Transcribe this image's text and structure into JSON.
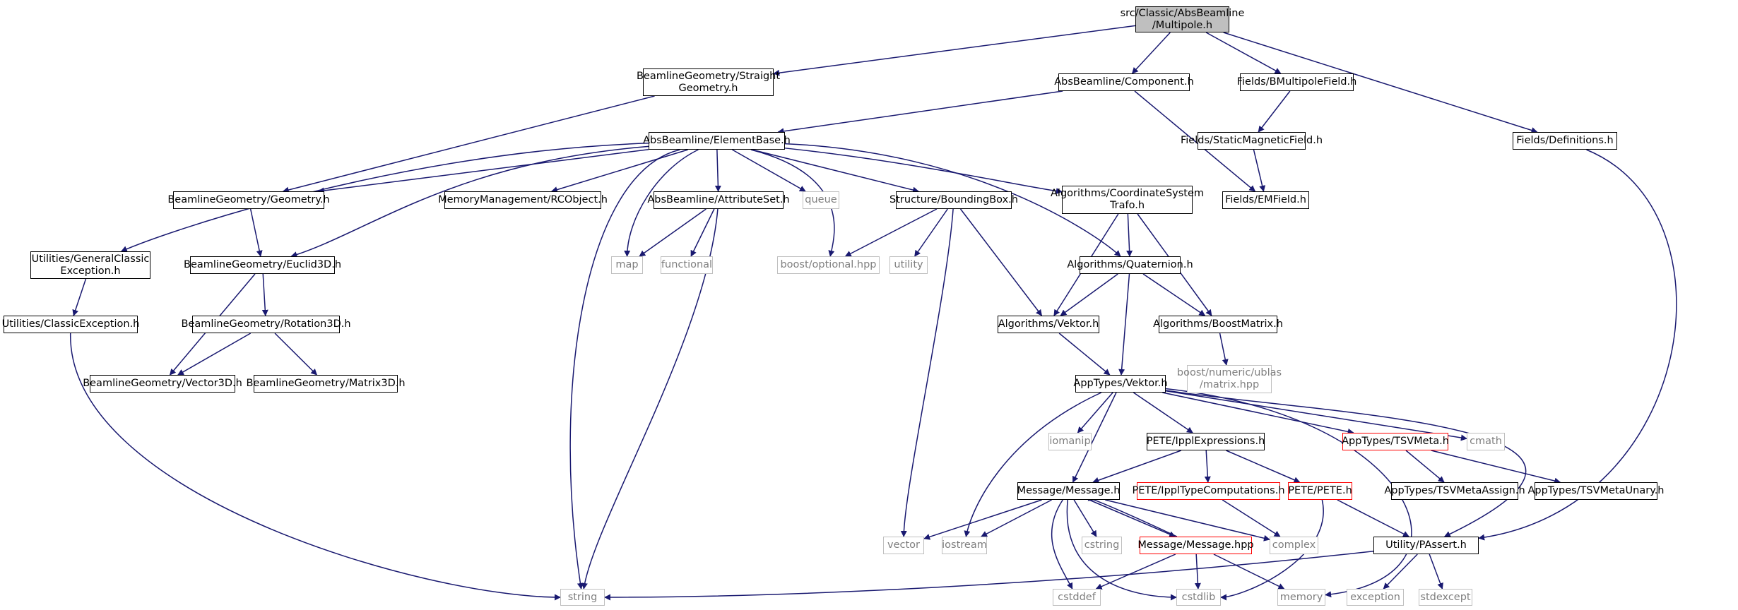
{
  "diagram_data": {
    "type": "include-dependency-graph",
    "colors": {
      "edge": "#191970",
      "box_border": "#000000",
      "system_border": "#bfbfbf",
      "system_text": "#7f7f7f",
      "truncated_border": "#ff0000",
      "root_fill": "#bfbfbf"
    },
    "nodes": {
      "multipole": {
        "lines": [
          "src/Classic/AbsBeamline",
          "/Multipole.h"
        ],
        "kind": "root"
      },
      "straight_geom": {
        "lines": [
          "BeamlineGeometry/Straight",
          "Geometry.h"
        ],
        "kind": "normal"
      },
      "component": {
        "lines": [
          "AbsBeamline/Component.h"
        ],
        "kind": "normal"
      },
      "bmultipolefield": {
        "lines": [
          "Fields/BMultipoleField.h"
        ],
        "kind": "normal"
      },
      "definitions": {
        "lines": [
          "Fields/Definitions.h"
        ],
        "kind": "normal"
      },
      "staticmagneticfield": {
        "lines": [
          "Fields/StaticMagneticField.h"
        ],
        "kind": "normal"
      },
      "elementbase": {
        "lines": [
          "AbsBeamline/ElementBase.h"
        ],
        "kind": "normal"
      },
      "emfield": {
        "lines": [
          "Fields/EMField.h"
        ],
        "kind": "normal"
      },
      "geometry": {
        "lines": [
          "BeamlineGeometry/Geometry.h"
        ],
        "kind": "normal"
      },
      "rcobject": {
        "lines": [
          "MemoryManagement/RCObject.h"
        ],
        "kind": "normal"
      },
      "attributeset": {
        "lines": [
          "AbsBeamline/AttributeSet.h"
        ],
        "kind": "normal"
      },
      "queue": {
        "lines": [
          "queue"
        ],
        "kind": "system"
      },
      "boundingbox": {
        "lines": [
          "Structure/BoundingBox.h"
        ],
        "kind": "normal"
      },
      "coordtrafo": {
        "lines": [
          "Algorithms/CoordinateSystem",
          "Trafo.h"
        ],
        "kind": "normal"
      },
      "genclassicexc": {
        "lines": [
          "Utilities/GeneralClassic",
          "Exception.h"
        ],
        "kind": "normal"
      },
      "euclid3d": {
        "lines": [
          "BeamlineGeometry/Euclid3D.h"
        ],
        "kind": "normal"
      },
      "map": {
        "lines": [
          "map"
        ],
        "kind": "system"
      },
      "functional": {
        "lines": [
          "functional"
        ],
        "kind": "system"
      },
      "optional": {
        "lines": [
          "boost/optional.hpp"
        ],
        "kind": "system"
      },
      "utility": {
        "lines": [
          "utility"
        ],
        "kind": "system"
      },
      "quaternion": {
        "lines": [
          "Algorithms/Quaternion.h"
        ],
        "kind": "normal"
      },
      "classicexc": {
        "lines": [
          "Utilities/ClassicException.h"
        ],
        "kind": "normal"
      },
      "rotation3d": {
        "lines": [
          "BeamlineGeometry/Rotation3D.h"
        ],
        "kind": "normal"
      },
      "algvektor": {
        "lines": [
          "Algorithms/Vektor.h"
        ],
        "kind": "normal"
      },
      "boostmatrix": {
        "lines": [
          "Algorithms/BoostMatrix.h"
        ],
        "kind": "normal"
      },
      "vector3d": {
        "lines": [
          "BeamlineGeometry/Vector3D.h"
        ],
        "kind": "normal"
      },
      "matrix3d": {
        "lines": [
          "BeamlineGeometry/Matrix3D.h"
        ],
        "kind": "normal"
      },
      "ublasmatrix": {
        "lines": [
          "boost/numeric/ublas",
          "/matrix.hpp"
        ],
        "kind": "system"
      },
      "apptvektor": {
        "lines": [
          "AppTypes/Vektor.h"
        ],
        "kind": "normal"
      },
      "iomanip": {
        "lines": [
          "iomanip"
        ],
        "kind": "system"
      },
      "ipplexpr": {
        "lines": [
          "PETE/IpplExpressions.h"
        ],
        "kind": "normal"
      },
      "tsvmeta": {
        "lines": [
          "AppTypes/TSVMeta.h"
        ],
        "kind": "truncated"
      },
      "cmath": {
        "lines": [
          "cmath"
        ],
        "kind": "system"
      },
      "message_h": {
        "lines": [
          "Message/Message.h"
        ],
        "kind": "normal"
      },
      "ippltypecomp": {
        "lines": [
          "PETE/IpplTypeComputations.h"
        ],
        "kind": "truncated"
      },
      "pete": {
        "lines": [
          "PETE/PETE.h"
        ],
        "kind": "truncated"
      },
      "tsvassign": {
        "lines": [
          "AppTypes/TSVMetaAssign.h"
        ],
        "kind": "normal"
      },
      "tsvunary": {
        "lines": [
          "AppTypes/TSVMetaUnary.h"
        ],
        "kind": "normal"
      },
      "vector": {
        "lines": [
          "vector"
        ],
        "kind": "system"
      },
      "iostream": {
        "lines": [
          "iostream"
        ],
        "kind": "system"
      },
      "cstring": {
        "lines": [
          "cstring"
        ],
        "kind": "system"
      },
      "message_hpp": {
        "lines": [
          "Message/Message.hpp"
        ],
        "kind": "truncated"
      },
      "complex": {
        "lines": [
          "complex"
        ],
        "kind": "system"
      },
      "passert": {
        "lines": [
          "Utility/PAssert.h"
        ],
        "kind": "normal"
      },
      "string": {
        "lines": [
          "string"
        ],
        "kind": "system"
      },
      "cstddef": {
        "lines": [
          "cstddef"
        ],
        "kind": "system"
      },
      "cstdlib": {
        "lines": [
          "cstdlib"
        ],
        "kind": "system"
      },
      "memory": {
        "lines": [
          "memory"
        ],
        "kind": "system"
      },
      "exception": {
        "lines": [
          "exception"
        ],
        "kind": "system"
      },
      "stdexcept": {
        "lines": [
          "stdexcept"
        ],
        "kind": "system"
      }
    },
    "edges": [
      [
        "multipole",
        "straight_geom"
      ],
      [
        "multipole",
        "component"
      ],
      [
        "multipole",
        "bmultipolefield"
      ],
      [
        "multipole",
        "definitions"
      ],
      [
        "straight_geom",
        "geometry"
      ],
      [
        "component",
        "elementbase"
      ],
      [
        "component",
        "emfield"
      ],
      [
        "bmultipolefield",
        "staticmagneticfield"
      ],
      [
        "staticmagneticfield",
        "emfield"
      ],
      [
        "definitions",
        "passert"
      ],
      [
        "elementbase",
        "geometry"
      ],
      [
        "elementbase",
        "euclid3d"
      ],
      [
        "elementbase",
        "genclassicexc"
      ],
      [
        "elementbase",
        "string"
      ],
      [
        "elementbase",
        "map"
      ],
      [
        "elementbase",
        "rcobject"
      ],
      [
        "elementbase",
        "attributeset"
      ],
      [
        "elementbase",
        "queue"
      ],
      [
        "elementbase",
        "optional"
      ],
      [
        "elementbase",
        "boundingbox"
      ],
      [
        "elementbase",
        "coordtrafo"
      ],
      [
        "elementbase",
        "quaternion"
      ],
      [
        "geometry",
        "euclid3d"
      ],
      [
        "genclassicexc",
        "classicexc"
      ],
      [
        "classicexc",
        "string"
      ],
      [
        "euclid3d",
        "vector3d"
      ],
      [
        "euclid3d",
        "rotation3d"
      ],
      [
        "rotation3d",
        "vector3d"
      ],
      [
        "rotation3d",
        "matrix3d"
      ],
      [
        "attributeset",
        "map"
      ],
      [
        "attributeset",
        "functional"
      ],
      [
        "attributeset",
        "string"
      ],
      [
        "boundingbox",
        "optional"
      ],
      [
        "boundingbox",
        "utility"
      ],
      [
        "boundingbox",
        "algvektor"
      ],
      [
        "boundingbox",
        "vector"
      ],
      [
        "coordtrafo",
        "quaternion"
      ],
      [
        "coordtrafo",
        "algvektor"
      ],
      [
        "coordtrafo",
        "boostmatrix"
      ],
      [
        "quaternion",
        "algvektor"
      ],
      [
        "quaternion",
        "boostmatrix"
      ],
      [
        "quaternion",
        "apptvektor"
      ],
      [
        "algvektor",
        "apptvektor"
      ],
      [
        "boostmatrix",
        "ublasmatrix"
      ],
      [
        "apptvektor",
        "iomanip"
      ],
      [
        "apptvektor",
        "iostream"
      ],
      [
        "apptvektor",
        "message_h"
      ],
      [
        "apptvektor",
        "ipplexpr"
      ],
      [
        "apptvektor",
        "tsvmeta"
      ],
      [
        "apptvektor",
        "cmath"
      ],
      [
        "apptvektor",
        "passert"
      ],
      [
        "apptvektor",
        "memory"
      ],
      [
        "ipplexpr",
        "message_h"
      ],
      [
        "ipplexpr",
        "ippltypecomp"
      ],
      [
        "ipplexpr",
        "pete"
      ],
      [
        "tsvmeta",
        "tsvassign"
      ],
      [
        "tsvmeta",
        "tsvunary"
      ],
      [
        "ippltypecomp",
        "complex"
      ],
      [
        "pete",
        "passert"
      ],
      [
        "pete",
        "cstdlib"
      ],
      [
        "message_h",
        "vector"
      ],
      [
        "message_h",
        "iostream"
      ],
      [
        "message_h",
        "cstring"
      ],
      [
        "message_h",
        "message_hpp"
      ],
      [
        "message_h",
        "complex"
      ],
      [
        "message_h",
        "cstddef"
      ],
      [
        "message_h",
        "cstdlib"
      ],
      [
        "message_hpp",
        "message_h"
      ],
      [
        "message_hpp",
        "cstddef"
      ],
      [
        "message_hpp",
        "cstdlib"
      ],
      [
        "message_hpp",
        "memory"
      ],
      [
        "passert",
        "string"
      ],
      [
        "passert",
        "exception"
      ],
      [
        "passert",
        "stdexcept"
      ]
    ]
  }
}
